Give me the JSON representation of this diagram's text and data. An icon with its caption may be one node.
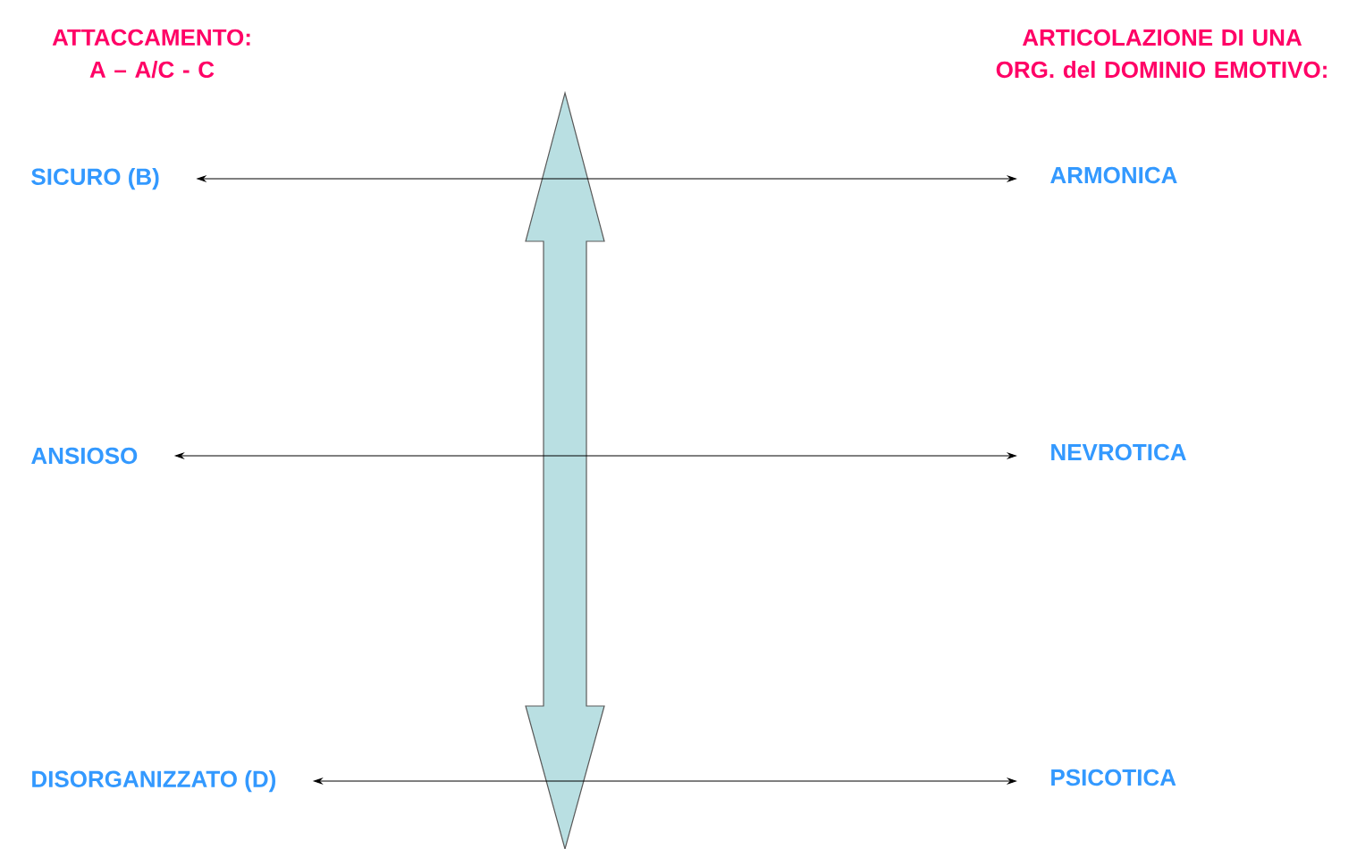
{
  "diagram": {
    "nodes": [
      {
        "text": [
          "SICURO (B)"
        ]
      },
      {
        "text": [
          "ARMONICA"
        ]
      },
      {
        "text": [
          "ANSIOSO"
        ]
      },
      {
        "text": [
          "NEVROTICA"
        ]
      },
      {
        "text": [
          "DISORGANIZZATO (D)"
        ]
      },
      {
        "text": [
          "PSICOTICA"
        ]
      }
    ],
    "edges": [
      {
        "from": 0,
        "to": 1,
        "arrow": "both"
      },
      {
        "from": 2,
        "to": 3,
        "arrow": "both"
      },
      {
        "from": 4,
        "to": 5,
        "arrow": "both"
      }
    ],
    "labels": [
      "ATTACCAMENTO: A – A/C - C",
      "ARTICOLAZIONE DI UNA ORG. del DOMINIO EMOTIVO:"
    ]
  }
}
